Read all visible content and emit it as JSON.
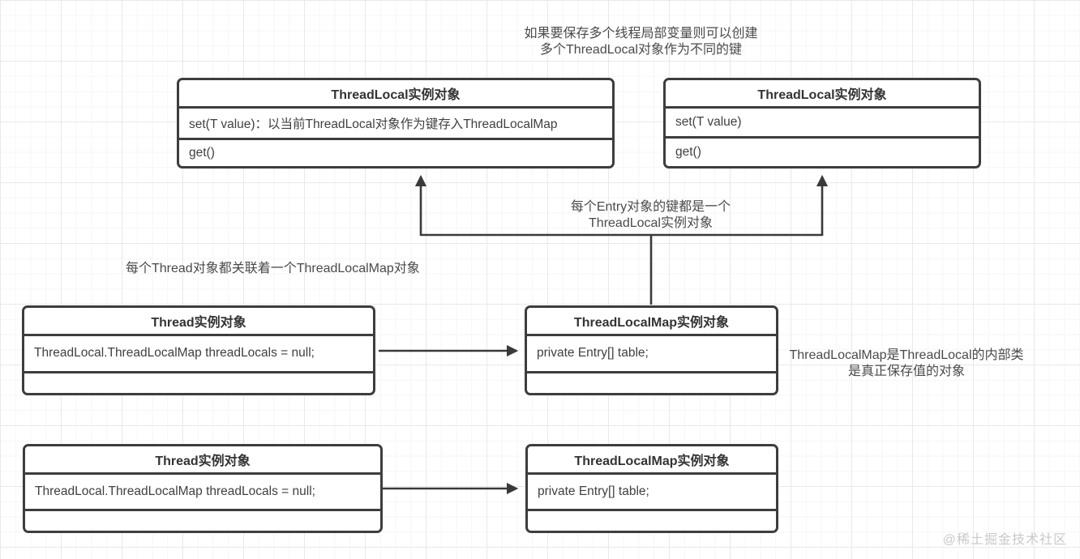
{
  "notes": {
    "top_line1": "如果要保存多个线程局部变量则可以创建",
    "top_line2": "多个ThreadLocal对象作为不同的键",
    "entry_line1": "每个Entry对象的键都是一个",
    "entry_line2": "ThreadLocal实例对象",
    "thread_map": "每个Thread对象都关联着一个ThreadLocalMap对象",
    "tlm_inner_line1": "ThreadLocalMap是ThreadLocal的内部类",
    "tlm_inner_line2": "是真正保存值的对象"
  },
  "boxes": {
    "threadlocal_left": {
      "title": "ThreadLocal实例对象",
      "rows": [
        "set(T value)：以当前ThreadLocal对象作为键存入ThreadLocalMap",
        "get()"
      ]
    },
    "threadlocal_right": {
      "title": "ThreadLocal实例对象",
      "rows": [
        "set(T value)",
        "get()"
      ]
    },
    "thread_mid": {
      "title": "Thread实例对象",
      "rows": [
        "ThreadLocal.ThreadLocalMap threadLocals = null;",
        ""
      ]
    },
    "tlm_mid": {
      "title": "ThreadLocalMap实例对象",
      "rows": [
        "private Entry[] table;",
        ""
      ]
    },
    "thread_bottom": {
      "title": "Thread实例对象",
      "rows": [
        "ThreadLocal.ThreadLocalMap threadLocals = null;",
        ""
      ]
    },
    "tlm_bottom": {
      "title": "ThreadLocalMap实例对象",
      "rows": [
        "private Entry[] table;",
        ""
      ]
    }
  },
  "watermark": "@稀土掘金技术社区",
  "colors": {
    "line": "#3a3a3a",
    "box_border": "#3d3d3d",
    "text": "#404040",
    "grid_major": "#e9e9e9",
    "grid_minor": "#f6f6f6",
    "watermark": "#c9c9c9"
  }
}
